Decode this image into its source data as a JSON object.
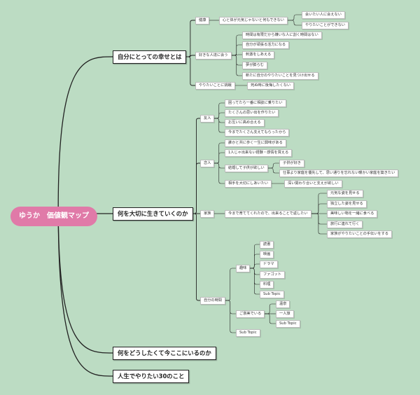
{
  "title": "ゆうか　価値観マップ",
  "branches": {
    "happiness": "自分にとっての幸せとは",
    "live": "何を大切に生きていくのか",
    "why_here": "何をどうしたくて今ここにいるのか",
    "thirty": "人生でやりたい30のこと"
  },
  "happiness": {
    "health": "健康",
    "health_1": "心と体が元気じゃないと何もできない",
    "health_1a": "会いたい人に会えない",
    "health_1b": "やりたいことができない",
    "people": "好きな人達に会う",
    "people_1": "時間は有限だから嫌いな人に割く時間はない",
    "people_2": "自分が頑張る活力になる",
    "people_3": "刺激をしあえる",
    "people_4": "夢が膨らむ",
    "people_5": "新たに自分のやりたいことを見つけ出せる",
    "challenge": "やりたいことに挑戦",
    "challenge_1": "死ぬ時に後悔したくない"
  },
  "live": {
    "friends": "友人",
    "friends_1": "困ってたら一番に相談に乗りたい",
    "friends_2": "たくさんの思い出を作りたい",
    "friends_3": "お互いに高め合える",
    "friends_4": "今までたくさん支えてもらったから",
    "lover": "恋人",
    "lover_1": "誰かと共に歩く一生に興味がある",
    "lover_2": "1人じゃ出来ない経験・感情を買える",
    "lover_3": "結婚して子供が欲しい",
    "lover_3a": "子供が好き",
    "lover_3b": "仕事より家庭を優先して、思い通りを忘れない暖かい家庭を築きたい",
    "lover_4": "相手を大切にしあいたい",
    "lover_4a": "深い関わり合いと支えが欲しい",
    "family": "家族",
    "family_1": "今まで育ててくれたので、出来ることで返したい",
    "family_1a": "元気な姿を見せる",
    "family_1b": "独立した姿を見せる",
    "family_1c": "美味しい物を一緒に食べる",
    "family_1d": "旅行に連れて行く",
    "family_1e": "家族がやりたいことの手伝いをする",
    "mytime": "自分の時間",
    "hobby": "趣味",
    "hobby_1": "読書",
    "hobby_2": "映画",
    "hobby_3": "ドラマ",
    "hobby_4": "ファゴット",
    "hobby_5": "料理",
    "hobby_6": "Sub Topic",
    "reward": "ご褒美でいる",
    "reward_1": "温泉",
    "reward_2": "一人旅",
    "reward_3": "Sub Topic",
    "sub": "Sub Topic"
  },
  "colors": {
    "background": "#bcdcc3",
    "root": "#e07aa8",
    "line": "#222222"
  }
}
